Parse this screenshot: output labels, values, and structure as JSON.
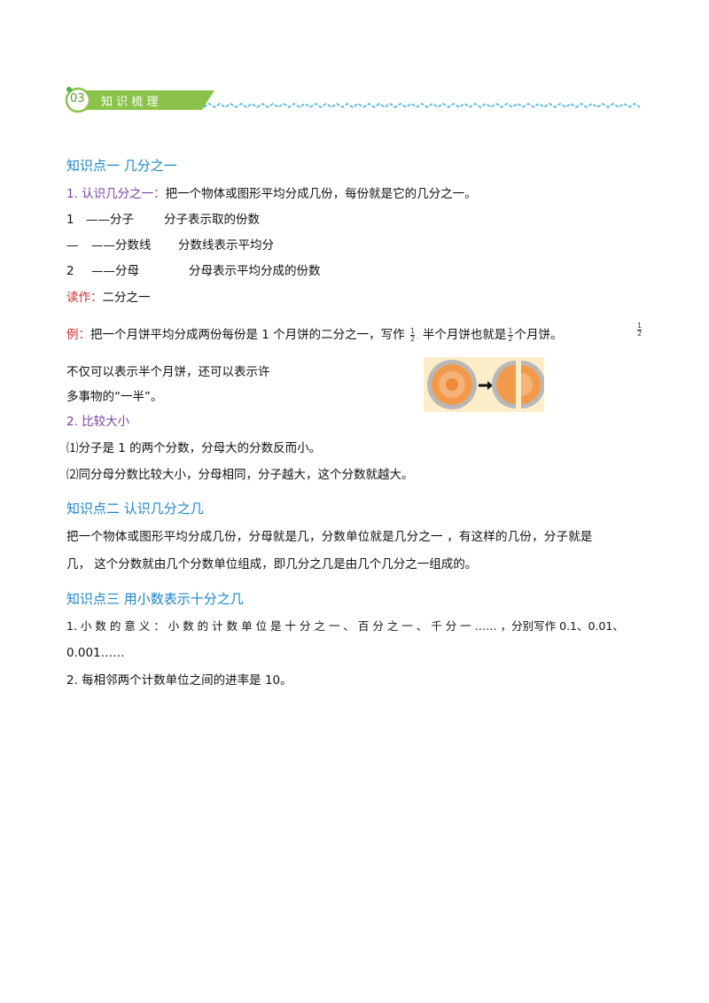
{
  "header": {
    "number": "03",
    "title": "知 识 梳 理",
    "colors": {
      "green": "#8bc34a",
      "wave": "#3aaee0"
    }
  },
  "kp1": {
    "title": "知识点一  几分之一",
    "p1_label": "1. 认识几分之一：",
    "p1_text": "把一个物体或图形平均分成几份，每份就是它的几分之一。",
    "rows": [
      {
        "sym": "1",
        "part": "——分子",
        "desc": "分子表示取的份数"
      },
      {
        "sym": "—",
        "part": "——分数线",
        "desc": "分数线表示平均分"
      },
      {
        "sym": "2",
        "part": "——分母",
        "desc": "分母表示平均分成的份数"
      }
    ],
    "read_label": "读作：",
    "read_text": "二分之一",
    "ex_label": "例：",
    "ex_text_a": "把一个月饼平均分成两份每份是 1 个月饼的二分之一，写作",
    "ex_text_b": "半个月饼也就是",
    "ex_text_c": "个月饼。",
    "frac_num": "1",
    "frac_den": "2",
    "ex_line2": "不仅可以表示半个月饼，还可以表示许",
    "ex_line3": "多事物的“一半”。",
    "cmp_title": "2. 比较大小",
    "cmp1": "⑴分子是 1 的两个分数，分母大的分数反而小。",
    "cmp2": "⑵同分母分数比较大小，分母相同，分子越大，这个分数就越大。"
  },
  "kp2": {
    "title": "知识点二  认识几分之几",
    "line1": "把一个物体或图形平均分成几份，分母就是几，分数单位就是几分之一 ，有这样的几份，分子就是",
    "line2": "几，  这个分数就由几个分数单位组成，即几分之几是由几个几分之一组成的。"
  },
  "kp3": {
    "title": "知识点三  用小数表示十分之几",
    "line1": "1. 小 数 的 意 义 ： 小 数 的 计 数 单 位 是 十 分 之 一 、 百 分 之 一 、 千 分 一 …… ，分别写作 0.1、0.01、",
    "line2": "0.001……",
    "line3": "2. 每相邻两个计数单位之间的进率是 10。"
  },
  "image": {
    "icon": "mooncake-halving-illustration"
  }
}
